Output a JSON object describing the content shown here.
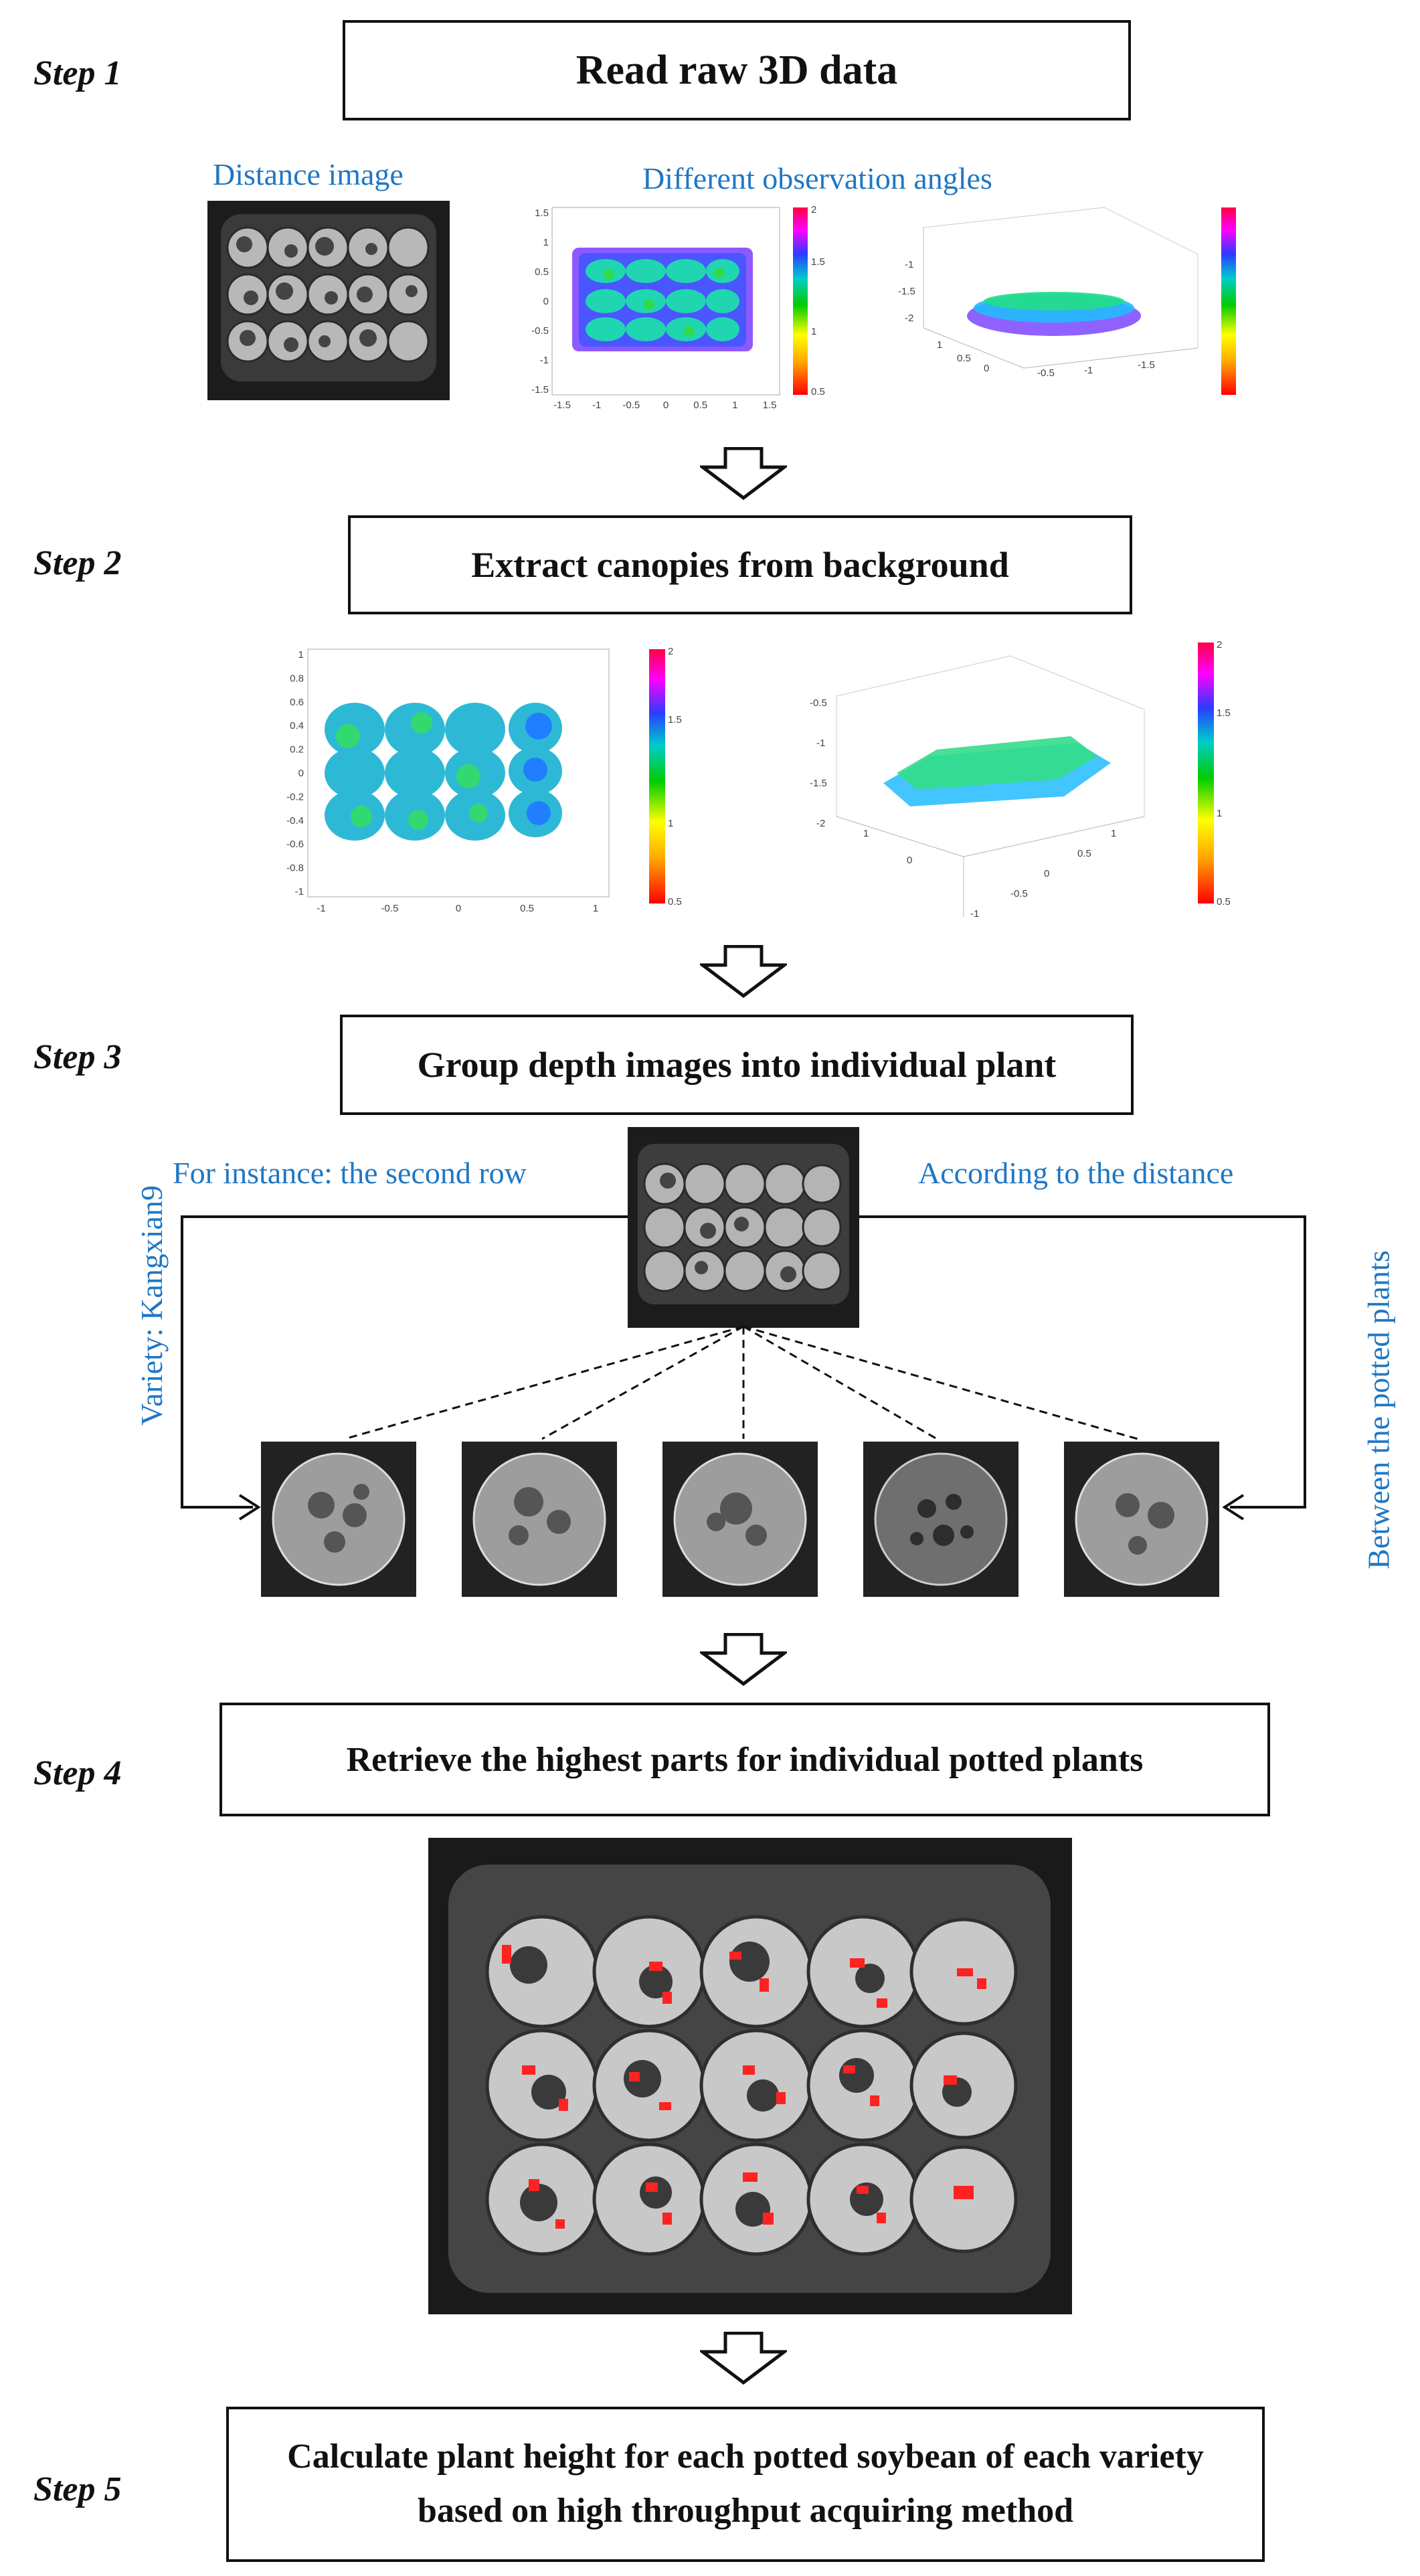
{
  "steps": [
    {
      "label": "Step 1",
      "title": "Read raw 3D data"
    },
    {
      "label": "Step 2",
      "title": "Extract canopies from background"
    },
    {
      "label": "Step 3",
      "title": "Group depth images into individual plant"
    },
    {
      "label": "Step 4",
      "title": "Retrieve the highest parts for individual potted plants"
    },
    {
      "label": "Step 5",
      "title": "Calculate plant height for each potted soybean of each variety based on high throughput acquiring method"
    }
  ],
  "annotations": {
    "distance_image": "Distance image",
    "observation_angles": "Different observation angles",
    "second_row": "For instance: the second row",
    "according_distance": "According to the distance",
    "variety": "Variety: Kangxian9",
    "between_plants": "Between the potted plants"
  },
  "colorbar": {
    "ticks_a": [
      "2",
      "1.5",
      "1",
      "0.5"
    ],
    "colors": [
      "#ff0000",
      "#ff9900",
      "#ffff00",
      "#00cc00",
      "#00cccc",
      "#0000ff",
      "#ff00ff",
      "#ff0044"
    ]
  },
  "plot_a": {
    "yticks": [
      "1.5",
      "1",
      "0.5",
      "0",
      "-0.5",
      "-1",
      "-1.5"
    ],
    "xticks": [
      "-1.5",
      "-1",
      "-0.5",
      "0",
      "0.5",
      "1",
      "1.5"
    ]
  },
  "plot_c": {
    "yticks": [
      "1",
      "0.8",
      "0.6",
      "0.4",
      "0.2",
      "0",
      "-0.2",
      "-0.4",
      "-0.6",
      "-0.8",
      "-1"
    ],
    "xticks": [
      "-1",
      "-0.5",
      "0",
      "0.5",
      "1"
    ]
  },
  "plot_b": {
    "zticks": [
      "-1",
      "-1.5",
      "-2"
    ],
    "xticks": [
      "1",
      "0.5",
      "0",
      "-0.5",
      "-1",
      "-1.5"
    ]
  },
  "plot_d": {
    "zticks": [
      "-0.5",
      "-1",
      "-1.5",
      "-2"
    ],
    "xticks": [
      "1",
      "0.5",
      "0",
      "-0.5",
      "-1"
    ],
    "yticks": [
      "1",
      "0"
    ]
  },
  "colors": {
    "accent_blue": "#1f77c4",
    "highlight_red": "#ff2222"
  }
}
